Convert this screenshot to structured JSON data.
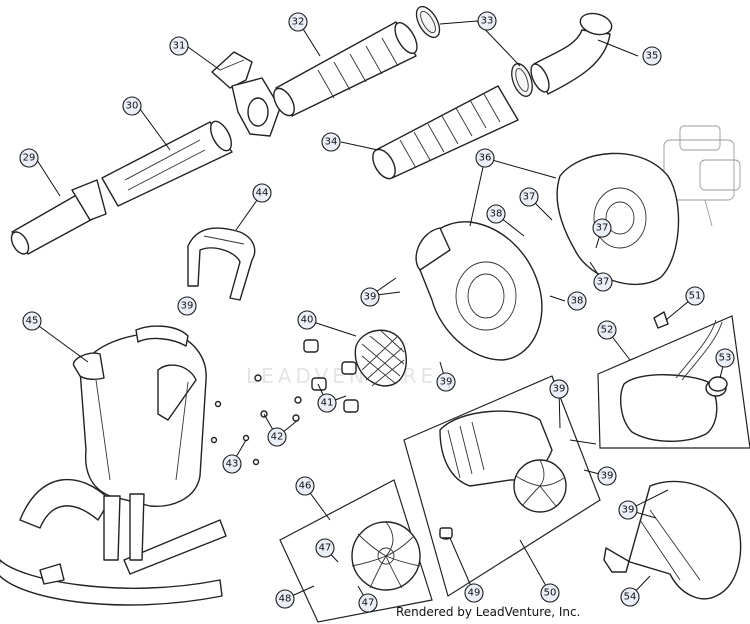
{
  "watermark": "LEADVENTURE",
  "footer": {
    "credit": "Rendered by LeadVenture, Inc."
  },
  "callouts": [
    {
      "id": "c29",
      "label": "29"
    },
    {
      "id": "c30",
      "label": "30"
    },
    {
      "id": "c31",
      "label": "31"
    },
    {
      "id": "c32",
      "label": "32"
    },
    {
      "id": "c33a",
      "label": "33"
    },
    {
      "id": "c34",
      "label": "34"
    },
    {
      "id": "c35",
      "label": "35"
    },
    {
      "id": "c36",
      "label": "36"
    },
    {
      "id": "c37a",
      "label": "37"
    },
    {
      "id": "c37b",
      "label": "37"
    },
    {
      "id": "c37c",
      "label": "37"
    },
    {
      "id": "c38a",
      "label": "38"
    },
    {
      "id": "c38b",
      "label": "38"
    },
    {
      "id": "c39a",
      "label": "39"
    },
    {
      "id": "c39b",
      "label": "39"
    },
    {
      "id": "c39c",
      "label": "39"
    },
    {
      "id": "c39d",
      "label": "39"
    },
    {
      "id": "c39e",
      "label": "39"
    },
    {
      "id": "c39f",
      "label": "39"
    },
    {
      "id": "c40",
      "label": "40"
    },
    {
      "id": "c41",
      "label": "41"
    },
    {
      "id": "c42",
      "label": "42"
    },
    {
      "id": "c43",
      "label": "43"
    },
    {
      "id": "c44",
      "label": "44"
    },
    {
      "id": "c45",
      "label": "45"
    },
    {
      "id": "c46",
      "label": "46"
    },
    {
      "id": "c47a",
      "label": "47"
    },
    {
      "id": "c47b",
      "label": "47"
    },
    {
      "id": "c48",
      "label": "48"
    },
    {
      "id": "c49",
      "label": "49"
    },
    {
      "id": "c50",
      "label": "50"
    },
    {
      "id": "c51",
      "label": "51"
    },
    {
      "id": "c52",
      "label": "52"
    },
    {
      "id": "c53",
      "label": "53"
    },
    {
      "id": "c54",
      "label": "54"
    }
  ]
}
